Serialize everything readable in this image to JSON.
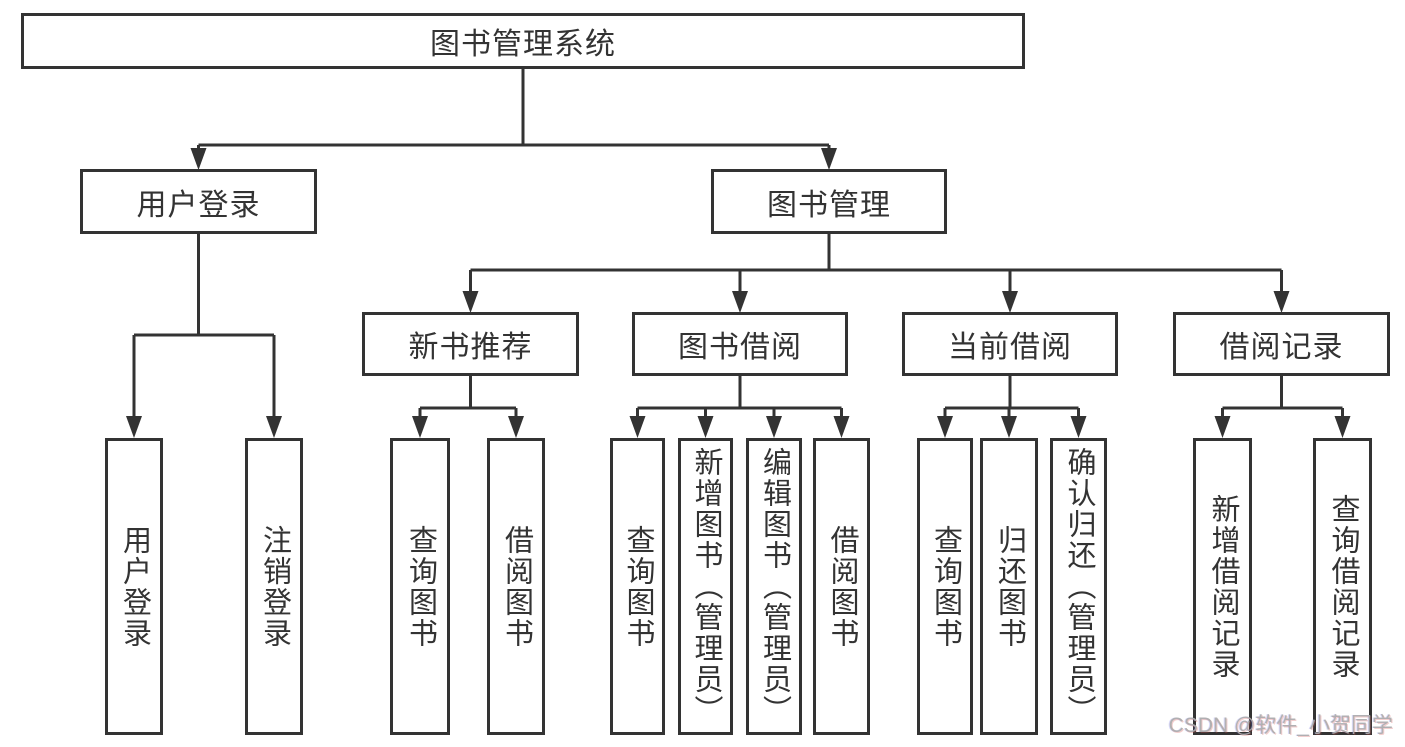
{
  "diagram_title": "图书管理系统",
  "nodes": {
    "root": {
      "label": "图书管理系统"
    },
    "level2": [
      {
        "label": "用户登录"
      },
      {
        "label": "图书管理"
      }
    ],
    "level3": [
      {
        "label": "新书推荐",
        "parent": "图书管理"
      },
      {
        "label": "图书借阅",
        "parent": "图书管理"
      },
      {
        "label": "当前借阅",
        "parent": "图书管理"
      },
      {
        "label": "借阅记录",
        "parent": "图书管理"
      }
    ],
    "leaves": [
      {
        "label": "用户登录",
        "parent": "用户登录"
      },
      {
        "label": "注销登录",
        "parent": "用户登录"
      },
      {
        "label": "查询图书",
        "parent": "新书推荐"
      },
      {
        "label": "借阅图书",
        "parent": "新书推荐"
      },
      {
        "label": "查询图书",
        "parent": "图书借阅"
      },
      {
        "label": "新增图书（管理员）",
        "parent": "图书借阅"
      },
      {
        "label": "编辑图书（管理员）",
        "parent": "图书借阅"
      },
      {
        "label": "借阅图书",
        "parent": "图书借阅"
      },
      {
        "label": "查询图书",
        "parent": "当前借阅"
      },
      {
        "label": "归还图书",
        "parent": "当前借阅"
      },
      {
        "label": "确认归还（管理员）",
        "parent": "当前借阅"
      },
      {
        "label": "新增借阅记录",
        "parent": "借阅记录"
      },
      {
        "label": "查询借阅记录",
        "parent": "借阅记录"
      }
    ]
  },
  "watermark": {
    "text": "CSDN @软件_小贺同学"
  },
  "colors": {
    "line": "#333333",
    "box_border": "#333333",
    "text": "#333333",
    "background": "#ffffff",
    "watermark": "#acacac"
  }
}
